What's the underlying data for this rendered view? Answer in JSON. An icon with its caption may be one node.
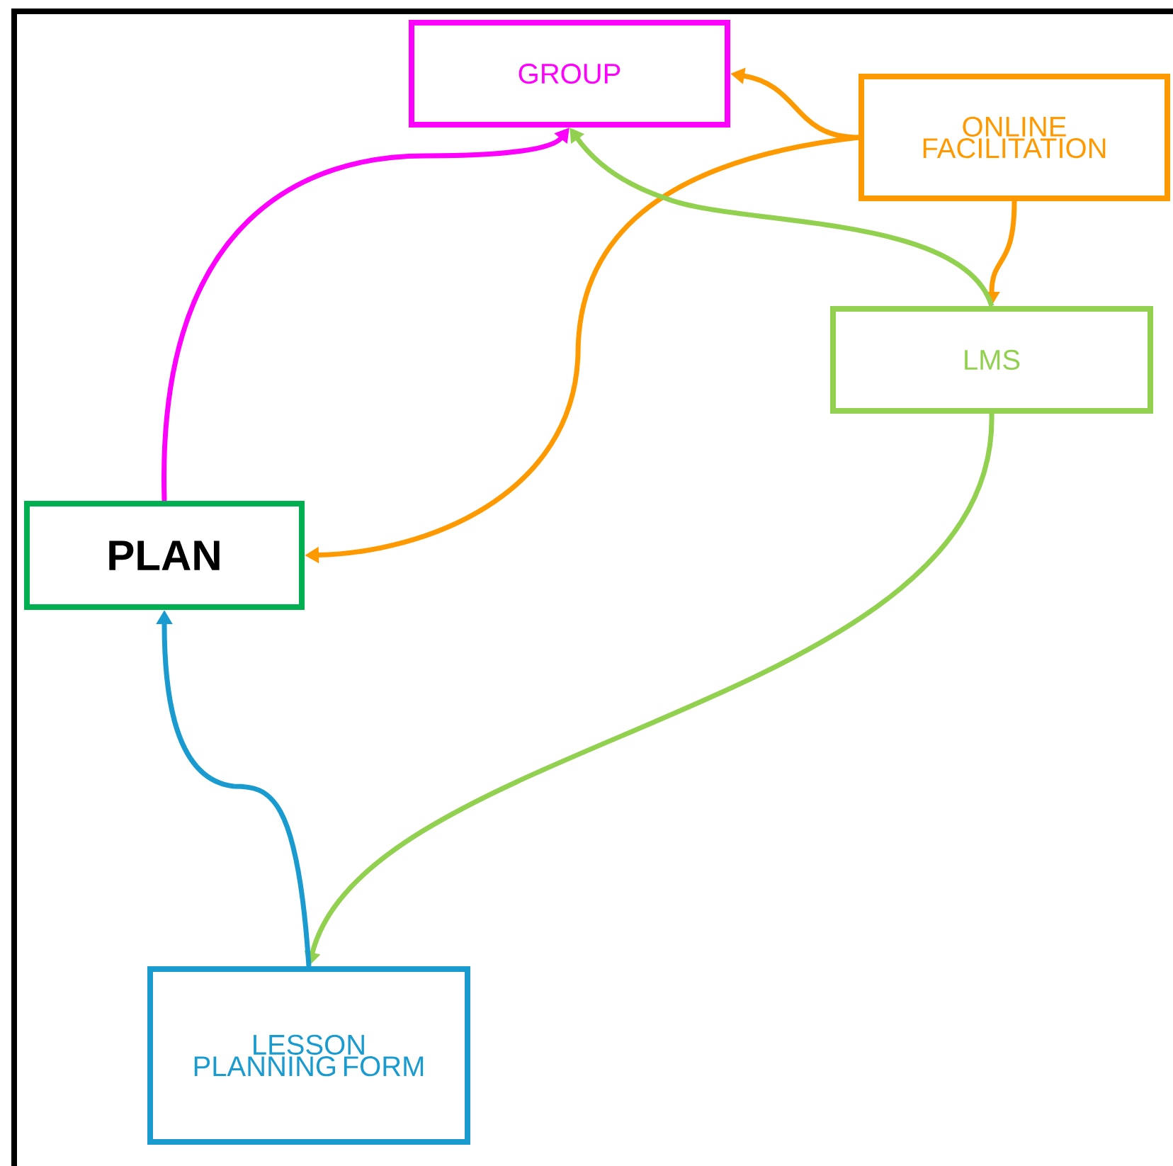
{
  "diagram": {
    "nodes": [
      {
        "text": [
          "GROUP"
        ]
      },
      {
        "text": [
          "ONLINE FACILITATION"
        ]
      },
      {
        "text": [
          "LMS"
        ]
      },
      {
        "text": [
          "PLAN"
        ]
      },
      {
        "text": [
          "LESSON PLANNING FORM"
        ]
      }
    ],
    "edges": [
      {
        "from": 3,
        "to": 0,
        "arrow": "to",
        "color": "#ff00ff"
      },
      {
        "from": 1,
        "to": 0,
        "arrow": "to",
        "color": "#ff9900"
      },
      {
        "from": 1,
        "to": 3,
        "arrow": "to",
        "color": "#ff9900"
      },
      {
        "from": 1,
        "to": 2,
        "arrow": "to",
        "color": "#ff9900"
      },
      {
        "from": 2,
        "to": 0,
        "arrow": "to",
        "color": "#92d050"
      },
      {
        "from": 2,
        "to": 4,
        "arrow": "to",
        "color": "#92d050"
      },
      {
        "from": 4,
        "to": 3,
        "arrow": "to",
        "color": "#1a9bd0"
      }
    ]
  }
}
